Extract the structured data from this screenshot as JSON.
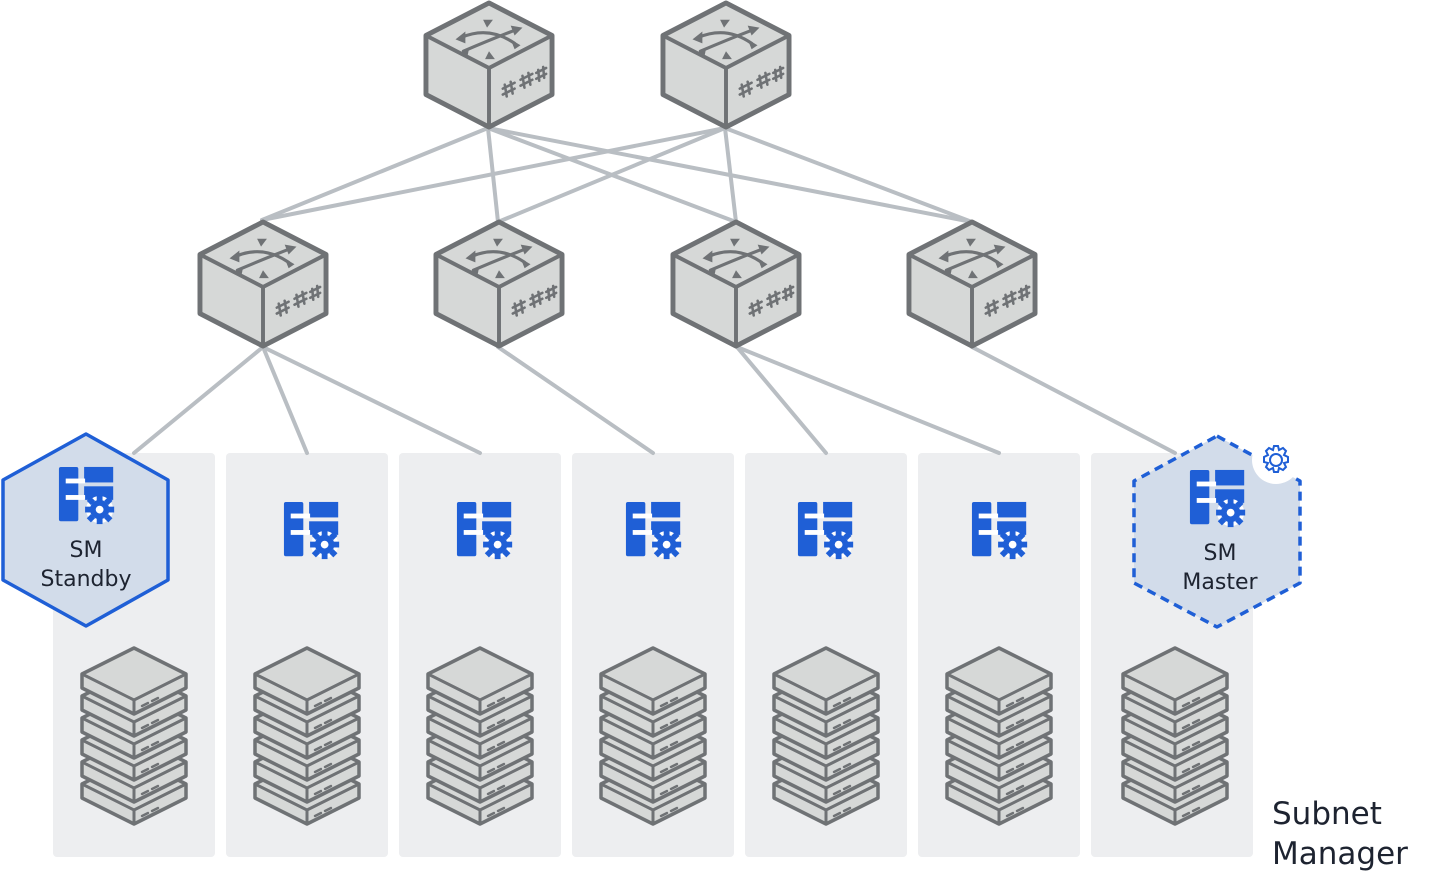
{
  "diagram": {
    "spine_switches": [
      {
        "id": "spine-1"
      },
      {
        "id": "spine-2"
      }
    ],
    "leaf_switches": [
      {
        "id": "leaf-1"
      },
      {
        "id": "leaf-2"
      },
      {
        "id": "leaf-3"
      },
      {
        "id": "leaf-4"
      }
    ],
    "racks": [
      {
        "id": "rack-1",
        "role": "sm-standby"
      },
      {
        "id": "rack-2",
        "role": "node"
      },
      {
        "id": "rack-3",
        "role": "node"
      },
      {
        "id": "rack-4",
        "role": "node"
      },
      {
        "id": "rack-5",
        "role": "node"
      },
      {
        "id": "rack-6",
        "role": "node"
      },
      {
        "id": "rack-7",
        "role": "sm-master"
      }
    ],
    "spine_leaf_links": "full-mesh",
    "leaf_rack_links": [
      [
        1,
        1
      ],
      [
        1,
        2
      ],
      [
        1,
        3
      ],
      [
        2,
        4
      ],
      [
        3,
        5
      ],
      [
        3,
        6
      ],
      [
        4,
        7
      ]
    ],
    "sm_standby": {
      "line1": "SM",
      "line2": "Standby"
    },
    "sm_master": {
      "line1": "SM",
      "line2": "Master"
    },
    "legend": {
      "line1": "Subnet",
      "line2": "Manager"
    },
    "colors": {
      "accent_blue": "#1f5fd6",
      "hex_fill": "#d2dcea",
      "panel_bg": "#edeef0",
      "device_fill": "#d6d8d7",
      "device_stroke": "#6f7275",
      "link": "#b9bec3"
    },
    "icons": [
      "switch-icon",
      "server-stack-icon",
      "subnet-manager-icon",
      "gear-icon"
    ]
  }
}
